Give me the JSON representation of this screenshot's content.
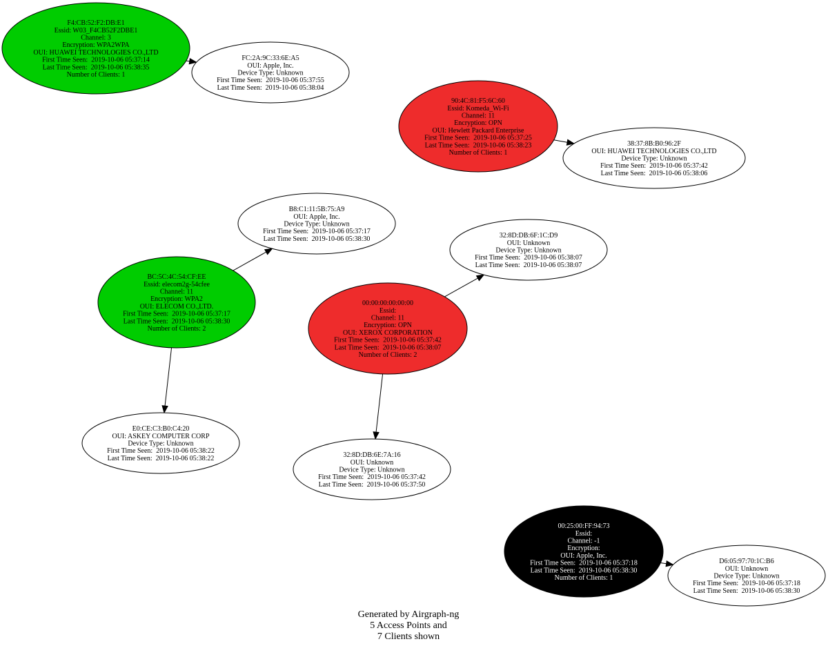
{
  "colors": {
    "ap_green": "#00cc00",
    "ap_red": "#ee2c2c",
    "ap_black": "#000000",
    "client_white": "#ffffff"
  },
  "nodes": [
    {
      "id": "ap1",
      "kind": "access-point",
      "fill": "#00cc00",
      "text_color": "#000000",
      "lines": [
        "F4:CB:52:F2:DB:E1",
        "Essid: W03_F4CB52F2DBE1",
        "Channel: 3",
        "Encryption: WPA2WPA",
        "OUI: HUAWEI TECHNOLOGIES CO.,LTD",
        "First Time Seen:  2019-10-06 05:37:14",
        "Last Time Seen:  2019-10-06 05:38:35",
        "Number of Clients: 1"
      ]
    },
    {
      "id": "cl1",
      "kind": "client",
      "fill": "#ffffff",
      "text_color": "#000000",
      "lines": [
        "FC:2A:9C:33:6E:A5",
        "OUI: Apple, Inc.",
        "Device Type: Unknown",
        "First Time Seen:  2019-10-06 05:37:55",
        "Last Time Seen:  2019-10-06 05:38:04"
      ]
    },
    {
      "id": "ap2",
      "kind": "access-point",
      "fill": "#ee2c2c",
      "text_color": "#000000",
      "lines": [
        "90:4C:81:F5:6C:60",
        "Essid: Komeda_Wi-Fi",
        "Channel: 11",
        "Encryption: OPN",
        "OUI: Hewlett Packard Enterprise",
        "First Time Seen:  2019-10-06 05:37:25",
        "Last Time Seen:  2019-10-06 05:38:23",
        "Number of Clients: 1"
      ]
    },
    {
      "id": "cl2",
      "kind": "client",
      "fill": "#ffffff",
      "text_color": "#000000",
      "lines": [
        "38:37:8B:B0:96:2F",
        "OUI: HUAWEI TECHNOLOGIES CO.,LTD",
        "Device Type: Unknown",
        "First Time Seen:  2019-10-06 05:37:42",
        "Last Time Seen:  2019-10-06 05:38:06"
      ]
    },
    {
      "id": "cl3",
      "kind": "client",
      "fill": "#ffffff",
      "text_color": "#000000",
      "lines": [
        "B8:C1:11:5B:75:A9",
        "OUI: Apple, Inc.",
        "Device Type: Unknown",
        "First Time Seen:  2019-10-06 05:37:17",
        "Last Time Seen:  2019-10-06 05:38:30"
      ]
    },
    {
      "id": "ap3",
      "kind": "access-point",
      "fill": "#00cc00",
      "text_color": "#000000",
      "lines": [
        "BC:5C:4C:54:CF:EE",
        "Essid: elecom2g-54cfee",
        "Channel: 11",
        "Encryption: WPA2",
        "OUI: ELECOM CO.,LTD.",
        "First Time Seen:  2019-10-06 05:37:17",
        "Last Time Seen:  2019-10-06 05:38:30",
        "Number of Clients: 2"
      ]
    },
    {
      "id": "cl4",
      "kind": "client",
      "fill": "#ffffff",
      "text_color": "#000000",
      "lines": [
        "32:8D:DB:6F:1C:D9",
        "OUI: Unknown",
        "Device Type: Unknown",
        "First Time Seen:  2019-10-06 05:38:07",
        "Last Time Seen:  2019-10-06 05:38:07"
      ]
    },
    {
      "id": "ap4",
      "kind": "access-point",
      "fill": "#ee2c2c",
      "text_color": "#000000",
      "lines": [
        "00:00:00:00:00:00",
        "Essid:",
        "Channel: 11",
        "Encryption: OPN",
        "OUI: XEROX CORPORATION",
        "First Time Seen:  2019-10-06 05:37:42",
        "Last Time Seen:  2019-10-06 05:38:07",
        "Number of Clients: 2"
      ]
    },
    {
      "id": "cl5",
      "kind": "client",
      "fill": "#ffffff",
      "text_color": "#000000",
      "lines": [
        "E0:CE:C3:B0:C4:20",
        "OUI: ASKEY COMPUTER CORP",
        "Device Type: Unknown",
        "First Time Seen:  2019-10-06 05:38:22",
        "Last Time Seen:  2019-10-06 05:38:22"
      ]
    },
    {
      "id": "cl6",
      "kind": "client",
      "fill": "#ffffff",
      "text_color": "#000000",
      "lines": [
        "32:8D:DB:6E:7A:16",
        "OUI: Unknown",
        "Device Type: Unknown",
        "First Time Seen:  2019-10-06 05:37:42",
        "Last Time Seen:  2019-10-06 05:37:50"
      ]
    },
    {
      "id": "ap5",
      "kind": "access-point",
      "fill": "#000000",
      "text_color": "#ffffff",
      "lines": [
        "00:25:00:FF:94:73",
        "Essid:",
        "Channel: -1",
        "Encryption:",
        "OUI: Apple, Inc.",
        "First Time Seen:  2019-10-06 05:37:18",
        "Last Time Seen:  2019-10-06 05:38:30",
        "Number of Clients: 1"
      ]
    },
    {
      "id": "cl7",
      "kind": "client",
      "fill": "#ffffff",
      "text_color": "#000000",
      "lines": [
        "D6:05:97:70:1C:B6",
        "OUI: Unknown",
        "Device Type: Unknown",
        "First Time Seen:  2019-10-06 05:37:18",
        "Last Time Seen:  2019-10-06 05:38:30"
      ]
    }
  ],
  "edges": [
    {
      "from": "ap1",
      "to": "cl1"
    },
    {
      "from": "ap2",
      "to": "cl2"
    },
    {
      "from": "ap3",
      "to": "cl3"
    },
    {
      "from": "ap3",
      "to": "cl5"
    },
    {
      "from": "ap4",
      "to": "cl4"
    },
    {
      "from": "ap4",
      "to": "cl6"
    },
    {
      "from": "ap5",
      "to": "cl7"
    }
  ],
  "footer": {
    "line1": "Generated by Airgraph-ng",
    "line2": "5 Access Points and",
    "line3": "7 Clients shown"
  }
}
